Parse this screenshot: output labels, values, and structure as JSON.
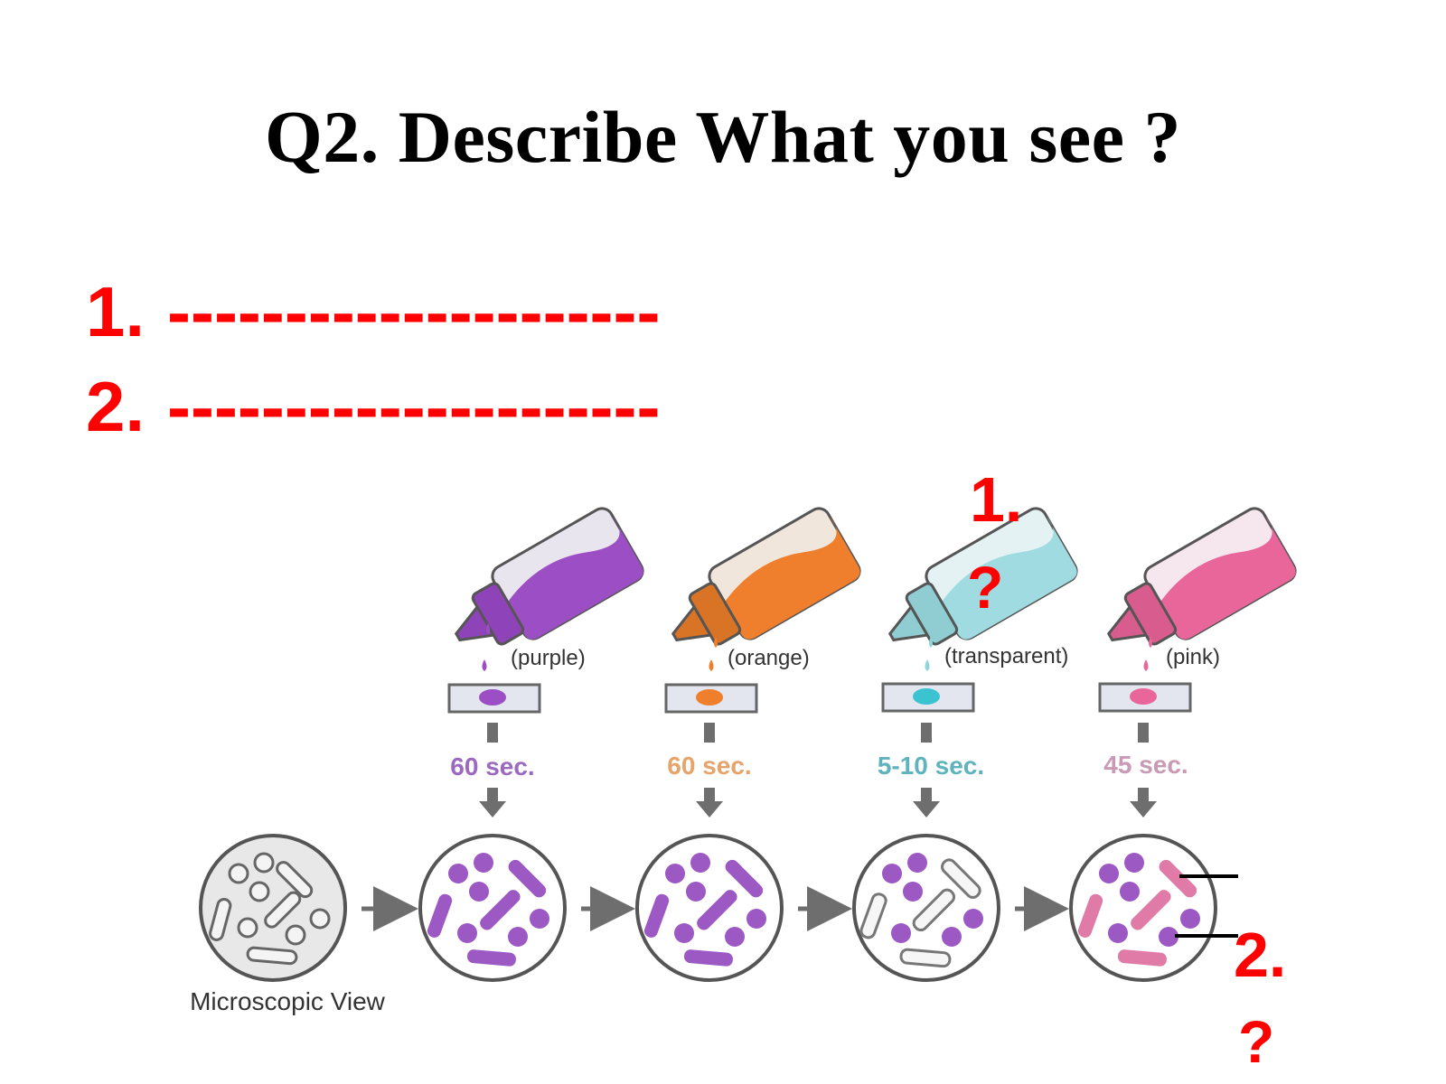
{
  "title": "Q2. Describe What you see ?",
  "answers": [
    {
      "number": "1.",
      "blank": "---------------------"
    },
    {
      "number": "2.",
      "blank": "---------------------"
    }
  ],
  "stains": [
    {
      "label": "(purple)",
      "time": "60 sec.",
      "color": "#9c4fc4",
      "time_color": "#9b69c2"
    },
    {
      "label": "(orange)",
      "time": "60 sec.",
      "color": "#ef7f2c",
      "time_color": "#e6a46a"
    },
    {
      "label": "(transparent)",
      "time": "5-10 sec.",
      "color": "#8fd6dc",
      "time_color": "#5fb3bd"
    },
    {
      "label": "(pink)",
      "time": "45 sec.",
      "color": "#e8669a",
      "time_color": "#c99ab5"
    }
  ],
  "view_label": "Microscopic View",
  "markers": {
    "marker1": {
      "number": "1.",
      "question": "?"
    },
    "marker2": {
      "number": "2.",
      "question": "?"
    }
  },
  "colors": {
    "answer_red": "#ff0000",
    "cell_purple": "#9c59c4",
    "cell_pink": "#e07aa6",
    "arrow_gray": "#6e6e6e"
  }
}
